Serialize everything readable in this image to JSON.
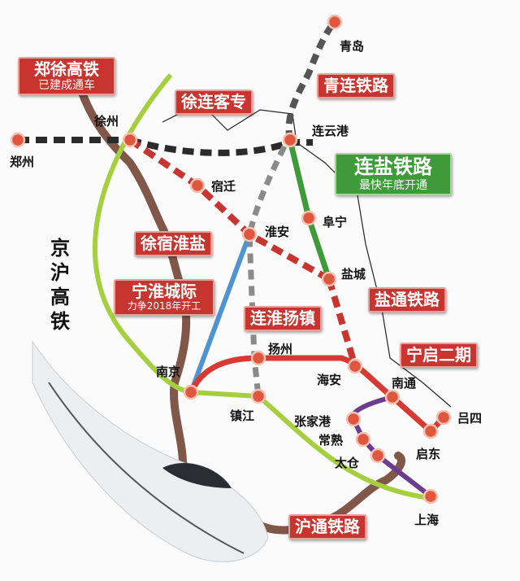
{
  "cities": {
    "zhengzhou": "郑州",
    "xuzhou": "徐州",
    "lianyungang": "连云港",
    "qingdao": "青岛",
    "suqian": "宿迁",
    "huaian": "淮安",
    "funing": "阜宁",
    "yancheng": "盐城",
    "yangzhou": "扬州",
    "nanjing": "南京",
    "zhenjiang": "镇江",
    "haian": "海安",
    "nantong": "南通",
    "lvsi": "吕四",
    "qidong": "启东",
    "zhangjiagang": "张家港",
    "changshu": "常熟",
    "taicang": "太仓",
    "shanghai": "上海"
  },
  "callouts": {
    "zhengxu": {
      "title": "郑徐高铁",
      "subtitle": "已建成通车"
    },
    "qinglian": {
      "title": "青连铁路"
    },
    "xulian": {
      "title": "徐连客专"
    },
    "lianyan": {
      "title": "连盐铁路",
      "subtitle": "最快年底开通"
    },
    "xusuhuaiyan": {
      "title": "徐宿淮盐"
    },
    "ninghuai": {
      "title": "宁淮城际",
      "subtitle": "力争2018年开工"
    },
    "lianhuaiyangzhen": {
      "title": "连淮扬镇"
    },
    "yantong": {
      "title": "盐通铁路"
    },
    "ningqi": {
      "title": "宁启二期"
    },
    "hutong": {
      "title": "沪通铁路"
    }
  },
  "jinghu_label": "京沪高铁",
  "colors": {
    "callout_red": "#c8342f",
    "callout_green": "#3f9a3a",
    "jinghu_line": "#a6cf3f",
    "lianyan_line": "#3f9a3a",
    "ninghuai_line": "#4f93cf",
    "hutong_line": "#6b3d8e",
    "ningqi_line": "#d63a32",
    "dashed_dark": "#2b2b2b",
    "dashed_gray": "#8a8a8a",
    "border": "#6b3a2a"
  }
}
